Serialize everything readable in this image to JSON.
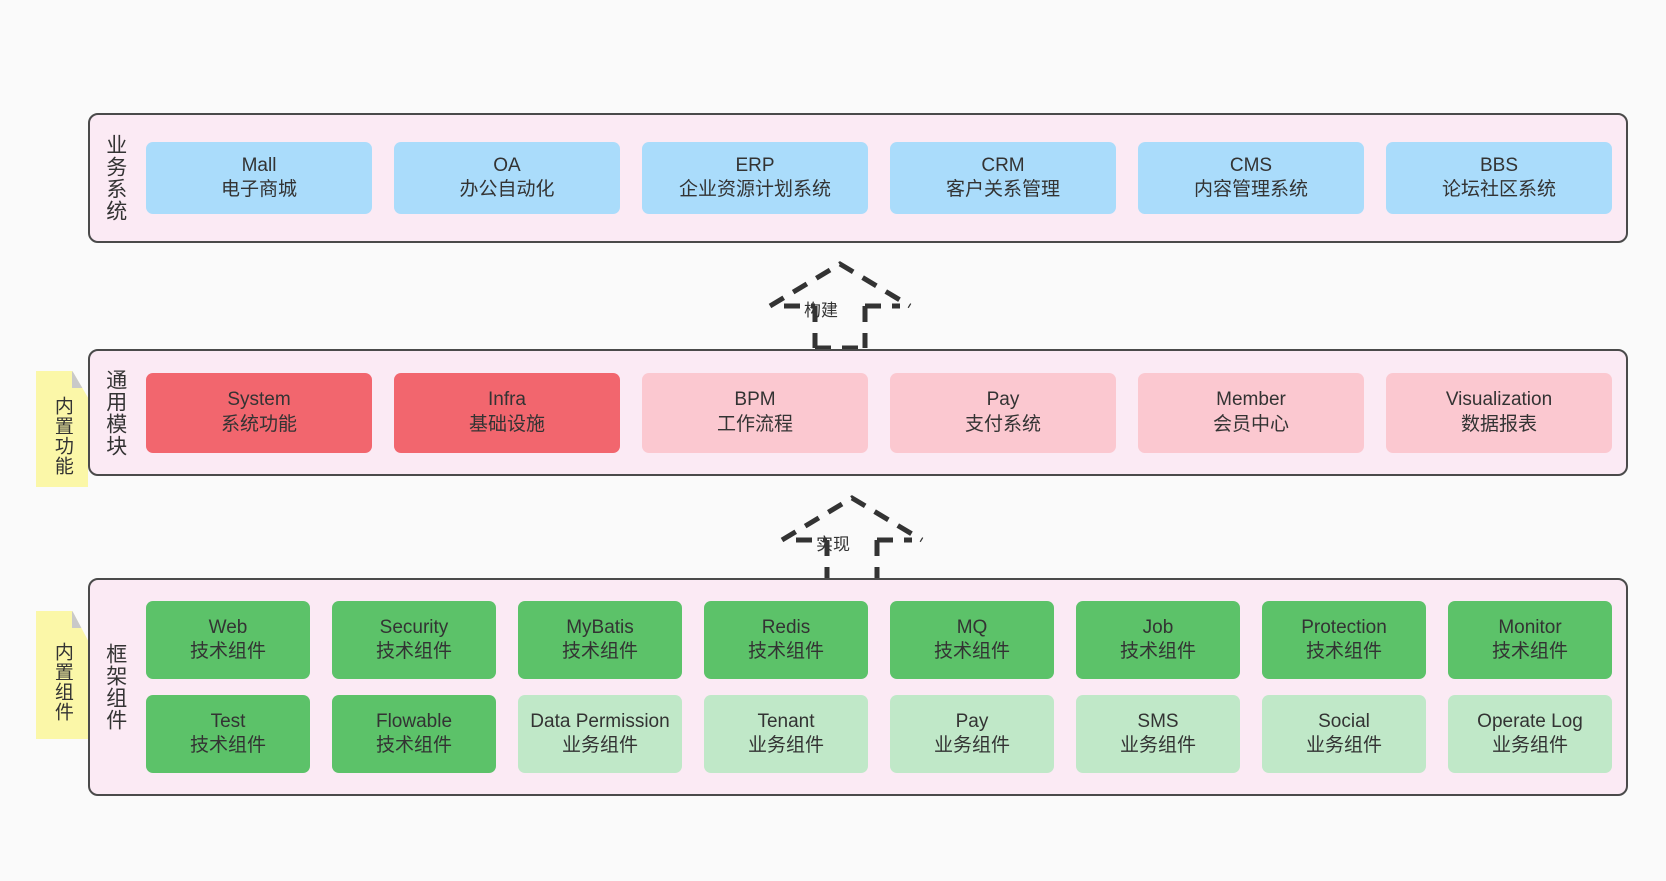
{
  "diagram": {
    "background": "#fafafa",
    "layer_bg": "#fbeaf4",
    "layer_border": "#4a4a4a",
    "note_bg": "#fbf7a8",
    "colors": {
      "blue": "#aadcfb",
      "red": "#f2666e",
      "pink": "#fbc8d0",
      "green": "#5cc269",
      "light_green": "#c0e8c8"
    }
  },
  "notes": [
    {
      "label": "内置功能"
    },
    {
      "label": "内置组件"
    }
  ],
  "arrows": [
    {
      "label": "构建",
      "style": "dashed-hollow-up"
    },
    {
      "label": "实现",
      "style": "dashed-hollow-up"
    }
  ],
  "layers": [
    {
      "title": "业务系统",
      "rows": [
        [
          {
            "en": "Mall",
            "cn": "电子商城",
            "color": "blue"
          },
          {
            "en": "OA",
            "cn": "办公自动化",
            "color": "blue"
          },
          {
            "en": "ERP",
            "cn": "企业资源计划系统",
            "color": "blue"
          },
          {
            "en": "CRM",
            "cn": "客户关系管理",
            "color": "blue"
          },
          {
            "en": "CMS",
            "cn": "内容管理系统",
            "color": "blue"
          },
          {
            "en": "BBS",
            "cn": "论坛社区系统",
            "color": "blue"
          }
        ]
      ]
    },
    {
      "title": "通用模块",
      "rows": [
        [
          {
            "en": "System",
            "cn": "系统功能",
            "color": "red"
          },
          {
            "en": "Infra",
            "cn": "基础设施",
            "color": "red"
          },
          {
            "en": "BPM",
            "cn": "工作流程",
            "color": "pink"
          },
          {
            "en": "Pay",
            "cn": "支付系统",
            "color": "pink"
          },
          {
            "en": "Member",
            "cn": "会员中心",
            "color": "pink"
          },
          {
            "en": "Visualization",
            "cn": "数据报表",
            "color": "pink"
          }
        ]
      ]
    },
    {
      "title": "框架组件",
      "rows": [
        [
          {
            "en": "Web",
            "cn": "技术组件",
            "color": "green"
          },
          {
            "en": "Security",
            "cn": "技术组件",
            "color": "green"
          },
          {
            "en": "MyBatis",
            "cn": "技术组件",
            "color": "green"
          },
          {
            "en": "Redis",
            "cn": "技术组件",
            "color": "green"
          },
          {
            "en": "MQ",
            "cn": "技术组件",
            "color": "green"
          },
          {
            "en": "Job",
            "cn": "技术组件",
            "color": "green"
          },
          {
            "en": "Protection",
            "cn": "技术组件",
            "color": "green"
          },
          {
            "en": "Monitor",
            "cn": "技术组件",
            "color": "green"
          }
        ],
        [
          {
            "en": "Test",
            "cn": "技术组件",
            "color": "green"
          },
          {
            "en": "Flowable",
            "cn": "技术组件",
            "color": "green"
          },
          {
            "en": "Data Permission",
            "cn": "业务组件",
            "color": "light_green"
          },
          {
            "en": "Tenant",
            "cn": "业务组件",
            "color": "light_green"
          },
          {
            "en": "Pay",
            "cn": "业务组件",
            "color": "light_green"
          },
          {
            "en": "SMS",
            "cn": "业务组件",
            "color": "light_green"
          },
          {
            "en": "Social",
            "cn": "业务组件",
            "color": "light_green"
          },
          {
            "en": "Operate Log",
            "cn": "业务组件",
            "color": "light_green"
          }
        ]
      ]
    }
  ]
}
